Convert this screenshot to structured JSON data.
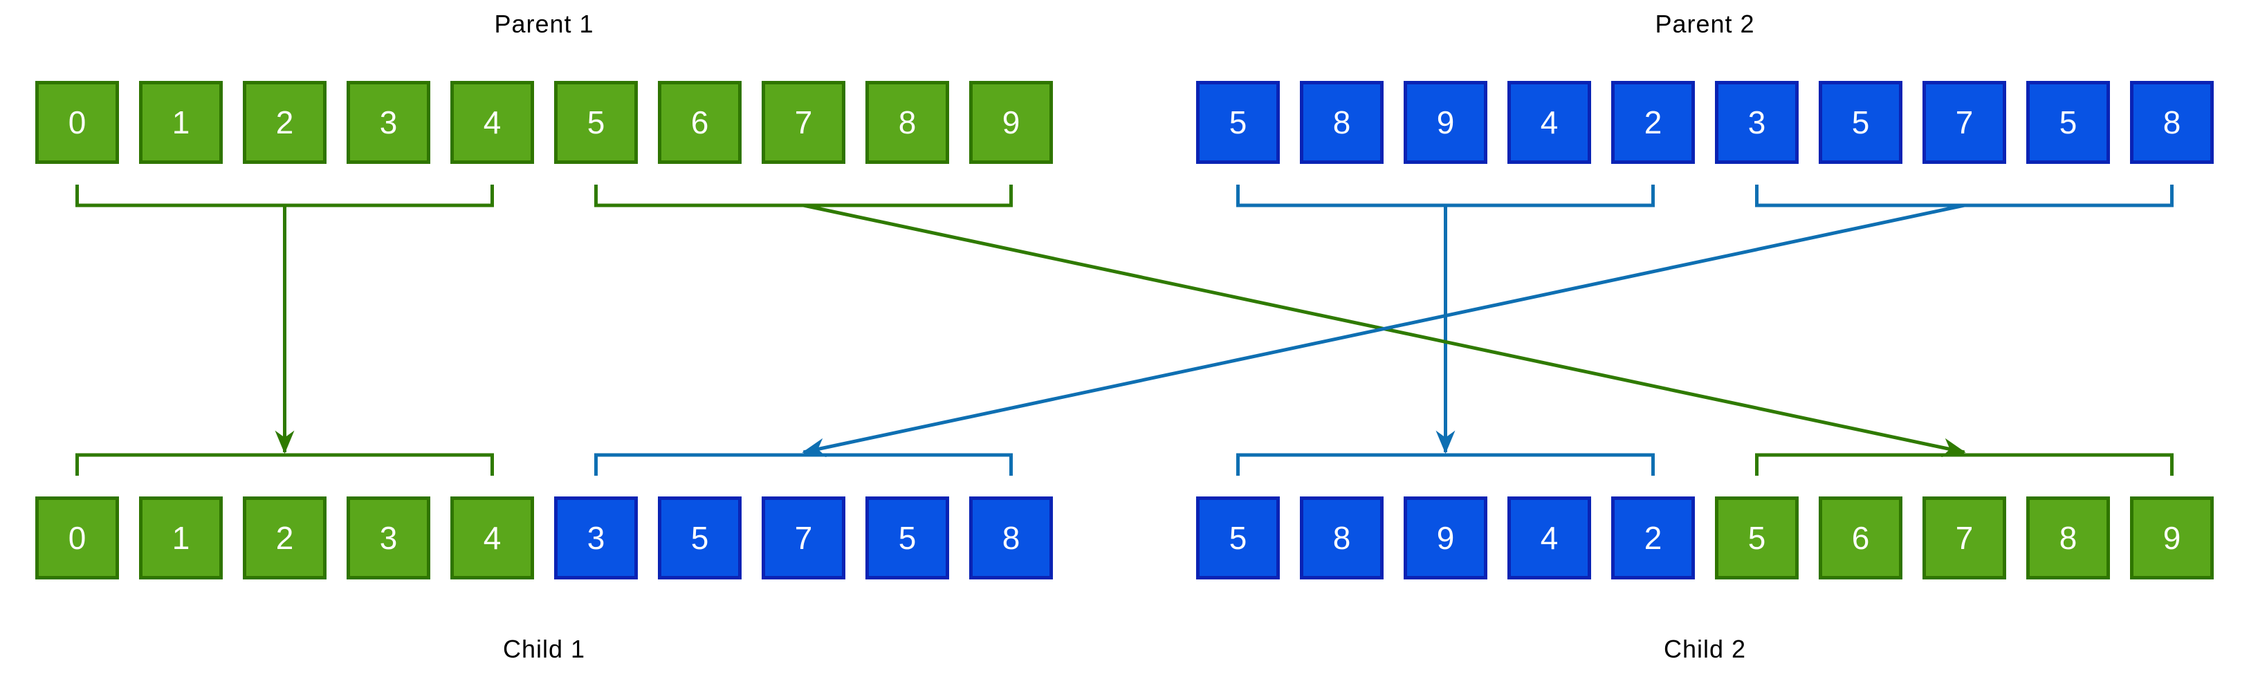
{
  "diagram_type": "genetic-algorithm-one-point-crossover",
  "colors": {
    "green_fill": "#5aa71b",
    "green_border": "#2f7500",
    "green_line": "#2f7a01",
    "blue_fill": "#0853e4",
    "blue_border": "#0a23b4",
    "blue_line": "#0e6fb2",
    "label_text": "#000000",
    "box_text": "#ffffff",
    "background": "#ffffff"
  },
  "rows": [
    {
      "id": "parent1",
      "label": "Parent 1",
      "halves": [
        {
          "color": "green",
          "values": [
            "0",
            "1",
            "2",
            "3",
            "4"
          ]
        },
        {
          "color": "green",
          "values": [
            "5",
            "6",
            "7",
            "8",
            "9"
          ]
        }
      ]
    },
    {
      "id": "parent2",
      "label": "Parent 2",
      "halves": [
        {
          "color": "blue",
          "values": [
            "5",
            "8",
            "9",
            "4",
            "2"
          ]
        },
        {
          "color": "blue",
          "values": [
            "3",
            "5",
            "7",
            "5",
            "8"
          ]
        }
      ]
    },
    {
      "id": "child1",
      "label": "Child 1",
      "halves": [
        {
          "color": "green",
          "values": [
            "0",
            "1",
            "2",
            "3",
            "4"
          ]
        },
        {
          "color": "blue",
          "values": [
            "3",
            "5",
            "7",
            "5",
            "8"
          ]
        }
      ]
    },
    {
      "id": "child2",
      "label": "Child 2",
      "halves": [
        {
          "color": "blue",
          "values": [
            "5",
            "8",
            "9",
            "4",
            "2"
          ]
        },
        {
          "color": "green",
          "values": [
            "5",
            "6",
            "7",
            "8",
            "9"
          ]
        }
      ]
    }
  ],
  "arrows": [
    {
      "from": "parent1.half1",
      "to": "child1.half1",
      "color": "green",
      "style": "vertical"
    },
    {
      "from": "parent2.half1",
      "to": "child2.half1",
      "color": "blue",
      "style": "vertical"
    },
    {
      "from": "parent1.half2",
      "to": "child2.half2",
      "color": "green",
      "style": "diagonal"
    },
    {
      "from": "parent2.half2",
      "to": "child1.half2",
      "color": "blue",
      "style": "diagonal"
    }
  ]
}
